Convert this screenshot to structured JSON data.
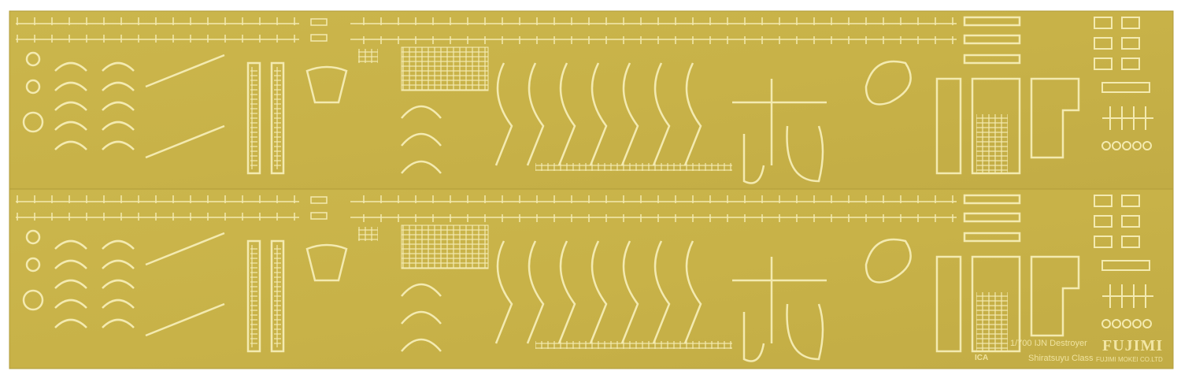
{
  "sheet": {
    "scale_title": "1/700 IJN Destroyer",
    "class_name": "Shiratsuyu Class",
    "brand_logo": "FUJIMI",
    "maker": "FUJIMI MOKEI CO.LTD",
    "mark": "ICA",
    "colors": {
      "brass": "#c9b54a",
      "brass_light": "#f3eab0",
      "background": "#ffffff"
    }
  }
}
